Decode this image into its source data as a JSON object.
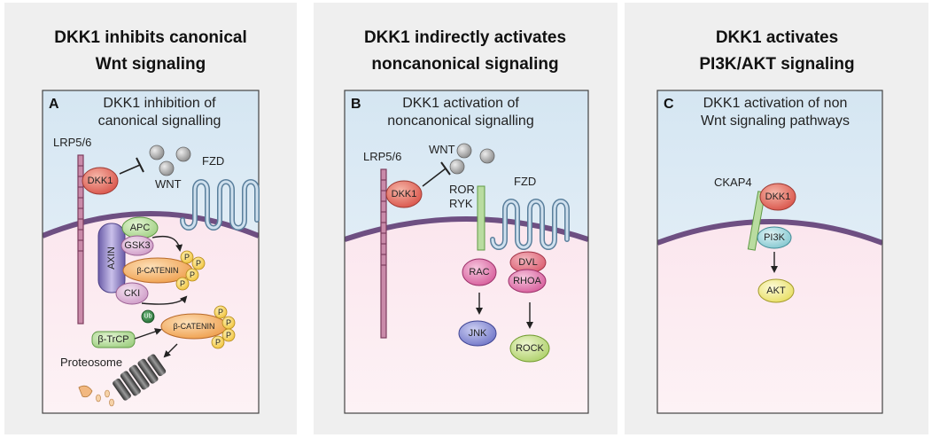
{
  "panel_a": {
    "title_line1": "DKK1 inhibits canonical",
    "title_line2": "Wnt signaling",
    "letter": "A",
    "subtitle_line1": "DKK1 inhibition of",
    "subtitle_line2": "canonical signalling",
    "lrp": "LRP5/6",
    "dkk1": "DKK1",
    "wnt": "WNT",
    "fzd": "FZD",
    "apc": "APC",
    "gsk3": "GSK3",
    "axin": "AXIN",
    "beta_catenin": "β-CATENIN",
    "cki": "CKI",
    "p": "P",
    "ub": "Ub",
    "beta_trcp": "β-TrCP",
    "proteosome": "Proteosome"
  },
  "panel_b": {
    "title_line1": "DKK1 indirectly activates",
    "title_line2": "noncanonical signaling",
    "letter": "B",
    "subtitle_line1": "DKK1 activation of",
    "subtitle_line2": "noncanonical signalling",
    "lrp": "LRP5/6",
    "dkk1": "DKK1",
    "wnt": "WNT",
    "ror": "ROR",
    "ryk": "RYK",
    "fzd": "FZD",
    "dvl": "DVL",
    "rac": "RAC",
    "rhoa": "RHOA",
    "jnk": "JNK",
    "rock": "ROCK"
  },
  "panel_c": {
    "title_line1": "DKK1 activates",
    "title_line2": "PI3K/AKT signaling",
    "letter": "C",
    "subtitle_line1": "DKK1 activation of non",
    "subtitle_line2": "Wnt signaling pathways",
    "ckap4": "CKAP4",
    "dkk1": "DKK1",
    "pi3k": "PI3K",
    "akt": "AKT"
  },
  "colors": {
    "panel_bg": "#efefef",
    "extracellular": "#deeaf4",
    "cytoplasm": "#fbe8ee",
    "membrane": "#7b5b88",
    "dkk1": "#e46a5e",
    "wnt_ball": "#a7a7a7",
    "phospho": "#f7cf4f",
    "beta_catenin": "#f2a552",
    "axin": "#8e7fbf",
    "apc": "#a6d58c",
    "gsk3": "#d7a8d0",
    "cki": "#d7a8d0",
    "ub": "#2b7a3b",
    "beta_trcp": "#cfe6a8",
    "rac": "#e06aa6",
    "rhoa": "#e06aa6",
    "dvl": "#e06a7a",
    "jnk": "#7a7fd0",
    "rock": "#b8d67a",
    "pi3k": "#8fd0d8",
    "akt": "#f3ec80",
    "receptor": "#b9dca0",
    "lrp": "#c286a6",
    "fzd": "#a7c0d4"
  },
  "icons": [
    "lrp-receptor-icon",
    "fzd-receptor-icon",
    "proteasome-icon",
    "inhibition-arrow-icon"
  ]
}
